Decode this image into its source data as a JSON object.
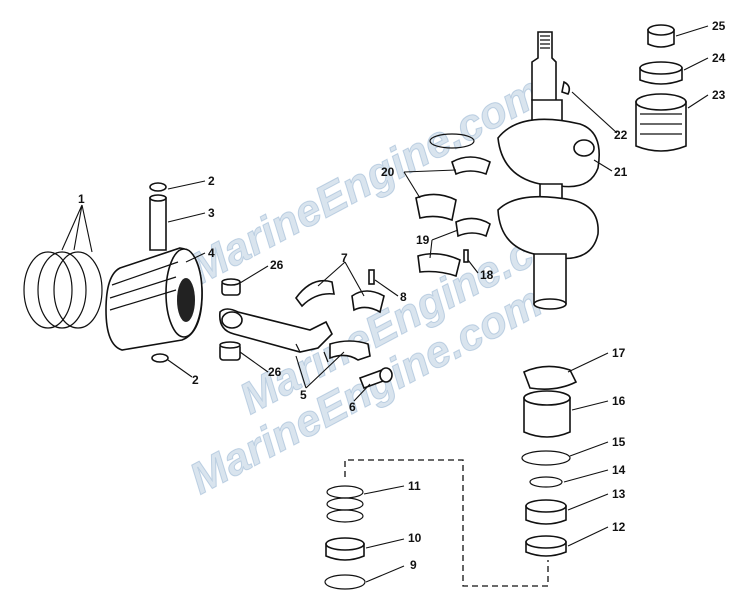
{
  "watermark": "MarineEngine.com",
  "callouts": [
    {
      "id": "c1",
      "text": "1"
    },
    {
      "id": "c2a",
      "text": "2"
    },
    {
      "id": "c2b",
      "text": "2"
    },
    {
      "id": "c3",
      "text": "3"
    },
    {
      "id": "c4",
      "text": "4"
    },
    {
      "id": "c5",
      "text": "5"
    },
    {
      "id": "c6",
      "text": "6"
    },
    {
      "id": "c7",
      "text": "7"
    },
    {
      "id": "c8",
      "text": "8"
    },
    {
      "id": "c9",
      "text": "9"
    },
    {
      "id": "c10",
      "text": "10"
    },
    {
      "id": "c11",
      "text": "11"
    },
    {
      "id": "c12",
      "text": "12"
    },
    {
      "id": "c13",
      "text": "13"
    },
    {
      "id": "c14",
      "text": "14"
    },
    {
      "id": "c15",
      "text": "15"
    },
    {
      "id": "c16",
      "text": "16"
    },
    {
      "id": "c17",
      "text": "17"
    },
    {
      "id": "c18",
      "text": "18"
    },
    {
      "id": "c19",
      "text": "19"
    },
    {
      "id": "c20",
      "text": "20"
    },
    {
      "id": "c21",
      "text": "21"
    },
    {
      "id": "c22",
      "text": "22"
    },
    {
      "id": "c23",
      "text": "23"
    },
    {
      "id": "c24",
      "text": "24"
    },
    {
      "id": "c25",
      "text": "25"
    },
    {
      "id": "c26a",
      "text": "26"
    },
    {
      "id": "c26b",
      "text": "26"
    }
  ]
}
